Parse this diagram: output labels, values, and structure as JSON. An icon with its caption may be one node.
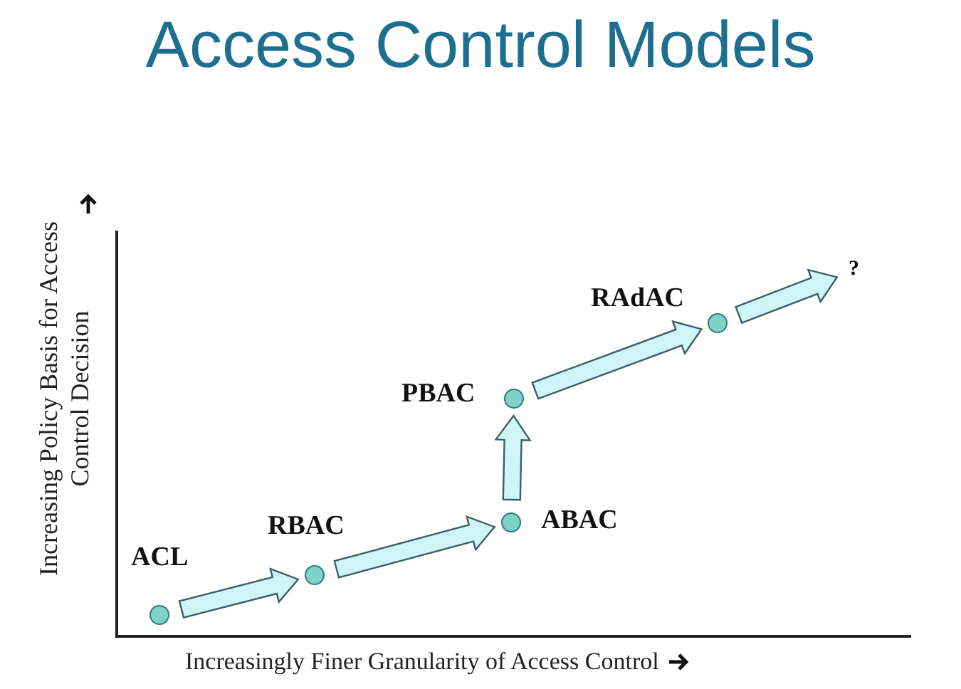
{
  "diagram": {
    "title": "Access Control Models",
    "nodes": [
      {
        "text": [],
        "shape": "circle",
        "beside": [
          "ACL"
        ]
      },
      {
        "text": [],
        "shape": "circle",
        "beside": [
          "RBAC"
        ]
      },
      {
        "text": [],
        "shape": "circle",
        "beside": [
          "ABAC"
        ]
      },
      {
        "text": [],
        "shape": "circle",
        "beside": [
          "PBAC"
        ]
      },
      {
        "text": [],
        "shape": "circle",
        "beside": [
          "RAdAC"
        ]
      },
      {
        "text": [
          "?"
        ]
      }
    ],
    "edges": [
      {
        "from": 0,
        "to": 1,
        "arrow": "to",
        "style": "thick"
      },
      {
        "from": 1,
        "to": 2,
        "arrow": "to",
        "style": "thick"
      },
      {
        "from": 2,
        "to": 3,
        "arrow": "to",
        "style": "thick"
      },
      {
        "from": 3,
        "to": 4,
        "arrow": "to",
        "style": "thick"
      },
      {
        "from": 4,
        "to": 5,
        "arrow": "to",
        "style": "thick"
      }
    ],
    "labels": [
      "Increasing Policy Basis for Access Control Decision",
      "Increasingly Finer Granularity of Access Control"
    ]
  }
}
